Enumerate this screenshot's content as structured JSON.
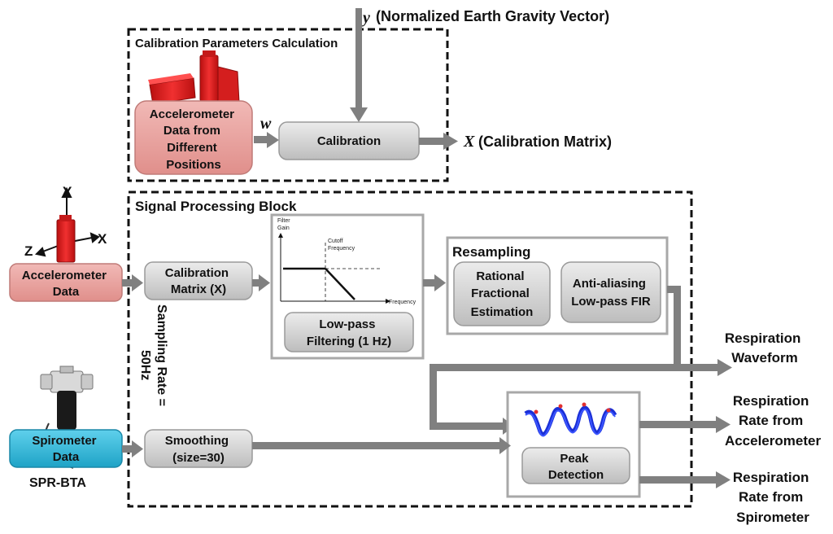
{
  "gravity_label": "(Normalized Earth Gravity Vector)",
  "gravity_var": "y",
  "w_var": "w",
  "x_var": "X",
  "calib_section_title": "Calibration  Parameters Calculation",
  "accel_positions": [
    "Accelerometer",
    "Data from",
    "Different",
    "Positions"
  ],
  "calibration_box": "Calibration",
  "calib_matrix_label": "(Calibration Matrix)",
  "spb_title": "Signal Processing Block",
  "axes": {
    "y": "Y",
    "x": "X",
    "z": "Z"
  },
  "accel_data": [
    "Accelerometer",
    "Data"
  ],
  "calib_matrix_box": [
    "Calibration",
    "Matrix (X)"
  ],
  "sampling_rate": [
    "Sampling Rate =",
    "50Hz"
  ],
  "filter_plot": {
    "ylabel": [
      "Filter",
      "Gain"
    ],
    "cutoff": [
      "Cutoff",
      "Frequency"
    ],
    "xlabel": "Frequency"
  },
  "lowpass_box": [
    "Low-pass",
    "Filtering (1 Hz)"
  ],
  "resampling_title": "Resampling",
  "rational_box": [
    "Rational",
    "Fractional",
    "Estimation"
  ],
  "antialias_box": [
    "Anti-aliasing",
    "Low-pass FIR"
  ],
  "resp_waveform": [
    "Respiration",
    "Waveform"
  ],
  "resp_rate_accel": [
    "Respiration",
    "Rate from",
    "Accelerometer"
  ],
  "resp_rate_spiro": [
    "Respiration",
    "Rate from",
    "Spirometer"
  ],
  "spirometer_data": [
    "Spirometer",
    "Data"
  ],
  "spr_label": "SPR-BTA",
  "smoothing_box": [
    "Smoothing",
    "(size=30)"
  ],
  "peak_box": [
    "Peak",
    "Detection"
  ],
  "colors": {
    "pink": "#e9a3a0",
    "cyan": "#32b6d8",
    "gray_box": "#d4d4d4",
    "arrow": "#808080",
    "red_device": "#e02020",
    "wave": "#1a2fd6",
    "peak": "#e23030"
  }
}
